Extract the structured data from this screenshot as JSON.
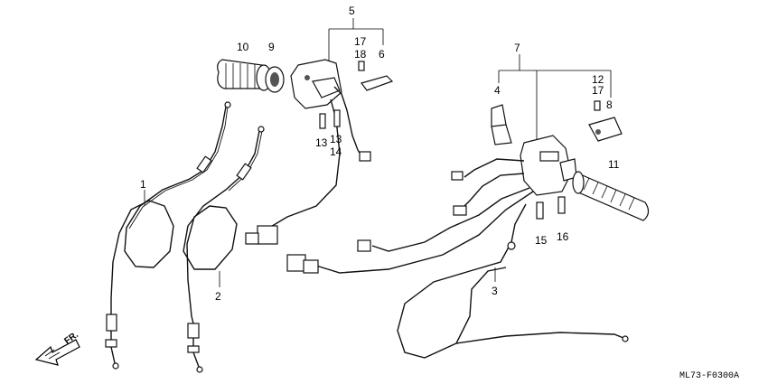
{
  "diagram_code": "ML73-F0300A",
  "direction_label": "FR.",
  "callouts": {
    "c1": "1",
    "c2": "2",
    "c3": "3",
    "c4": "4",
    "c5": "5",
    "c6": "6",
    "c7": "7",
    "c8": "8",
    "c9": "9",
    "c10": "10",
    "c11": "11",
    "c12": "12",
    "c13a": "13",
    "c13b": "13",
    "c14": "14",
    "c15": "15",
    "c16": "16",
    "c17a": "17",
    "c17b": "17",
    "c18": "18"
  }
}
